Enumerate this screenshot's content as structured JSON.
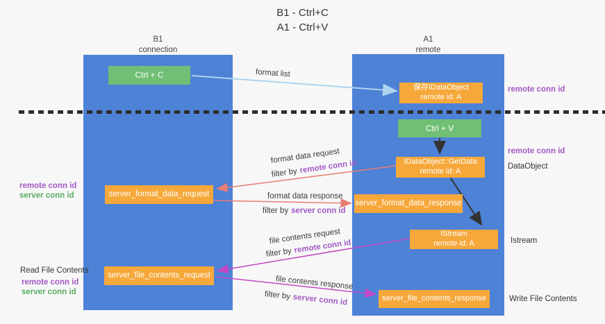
{
  "title": {
    "line1": "B1 - Ctrl+C",
    "line2": "A1 - Ctrl+V"
  },
  "lanes": {
    "left": {
      "title": "B1",
      "subtitle": "connection"
    },
    "right": {
      "title": "A1",
      "subtitle": "remote"
    }
  },
  "nodes": {
    "ctrl_c": {
      "label": "Ctrl + C"
    },
    "save_idataobject": {
      "line1": "保存IDataObject",
      "line2": "remote id: A"
    },
    "ctrl_v": {
      "label": "Ctrl + V"
    },
    "getdata": {
      "line1": "IDataObject::GetData",
      "line2": "remote id: A"
    },
    "server_format_data_request": {
      "label": "server_format_data_request"
    },
    "server_format_data_response": {
      "label": "server_format_data_response"
    },
    "istream": {
      "line1": "IStream",
      "line2": "remote id: A"
    },
    "server_file_contents_request": {
      "label": "server_file_contents_request"
    },
    "server_file_contents_response": {
      "label": "server_file_contents_response"
    }
  },
  "flow_labels": {
    "format_list": "format list",
    "format_data_request": "format data request",
    "format_data_response": "format data response",
    "file_contents_request": "file contents request",
    "file_contents_response": "file contents response",
    "filter_by": "filter by",
    "remote_conn_id": "remote conn id",
    "server_conn_id": "server conn id"
  },
  "annotations": {
    "right_top_remote_conn_id": "remote conn id",
    "right_mid_remote_conn_id": "remote conn id",
    "dataobject": "DataObject",
    "istream": "Istream",
    "write_file_contents": "Write File Contents",
    "read_file_contents": "Read File Contents",
    "left_top_remote_conn_id": "remote conn id",
    "left_top_server_conn_id": "server conn id",
    "left_bottom_remote_conn_id": "remote conn id",
    "left_bottom_server_conn_id": "server conn id"
  },
  "colors": {
    "lane_blue": "#4d82d7",
    "node_orange": "#f6a83b",
    "node_green": "#71bf75",
    "arrow_black": "#333333",
    "arrow_salmon": "#e87c72",
    "arrow_magenta": "#c247c2",
    "arrow_lightblue": "#aed4f0",
    "text_purple": "#a35ac5",
    "text_green": "#59ad63",
    "dashed_line": "#2d2d2d"
  }
}
